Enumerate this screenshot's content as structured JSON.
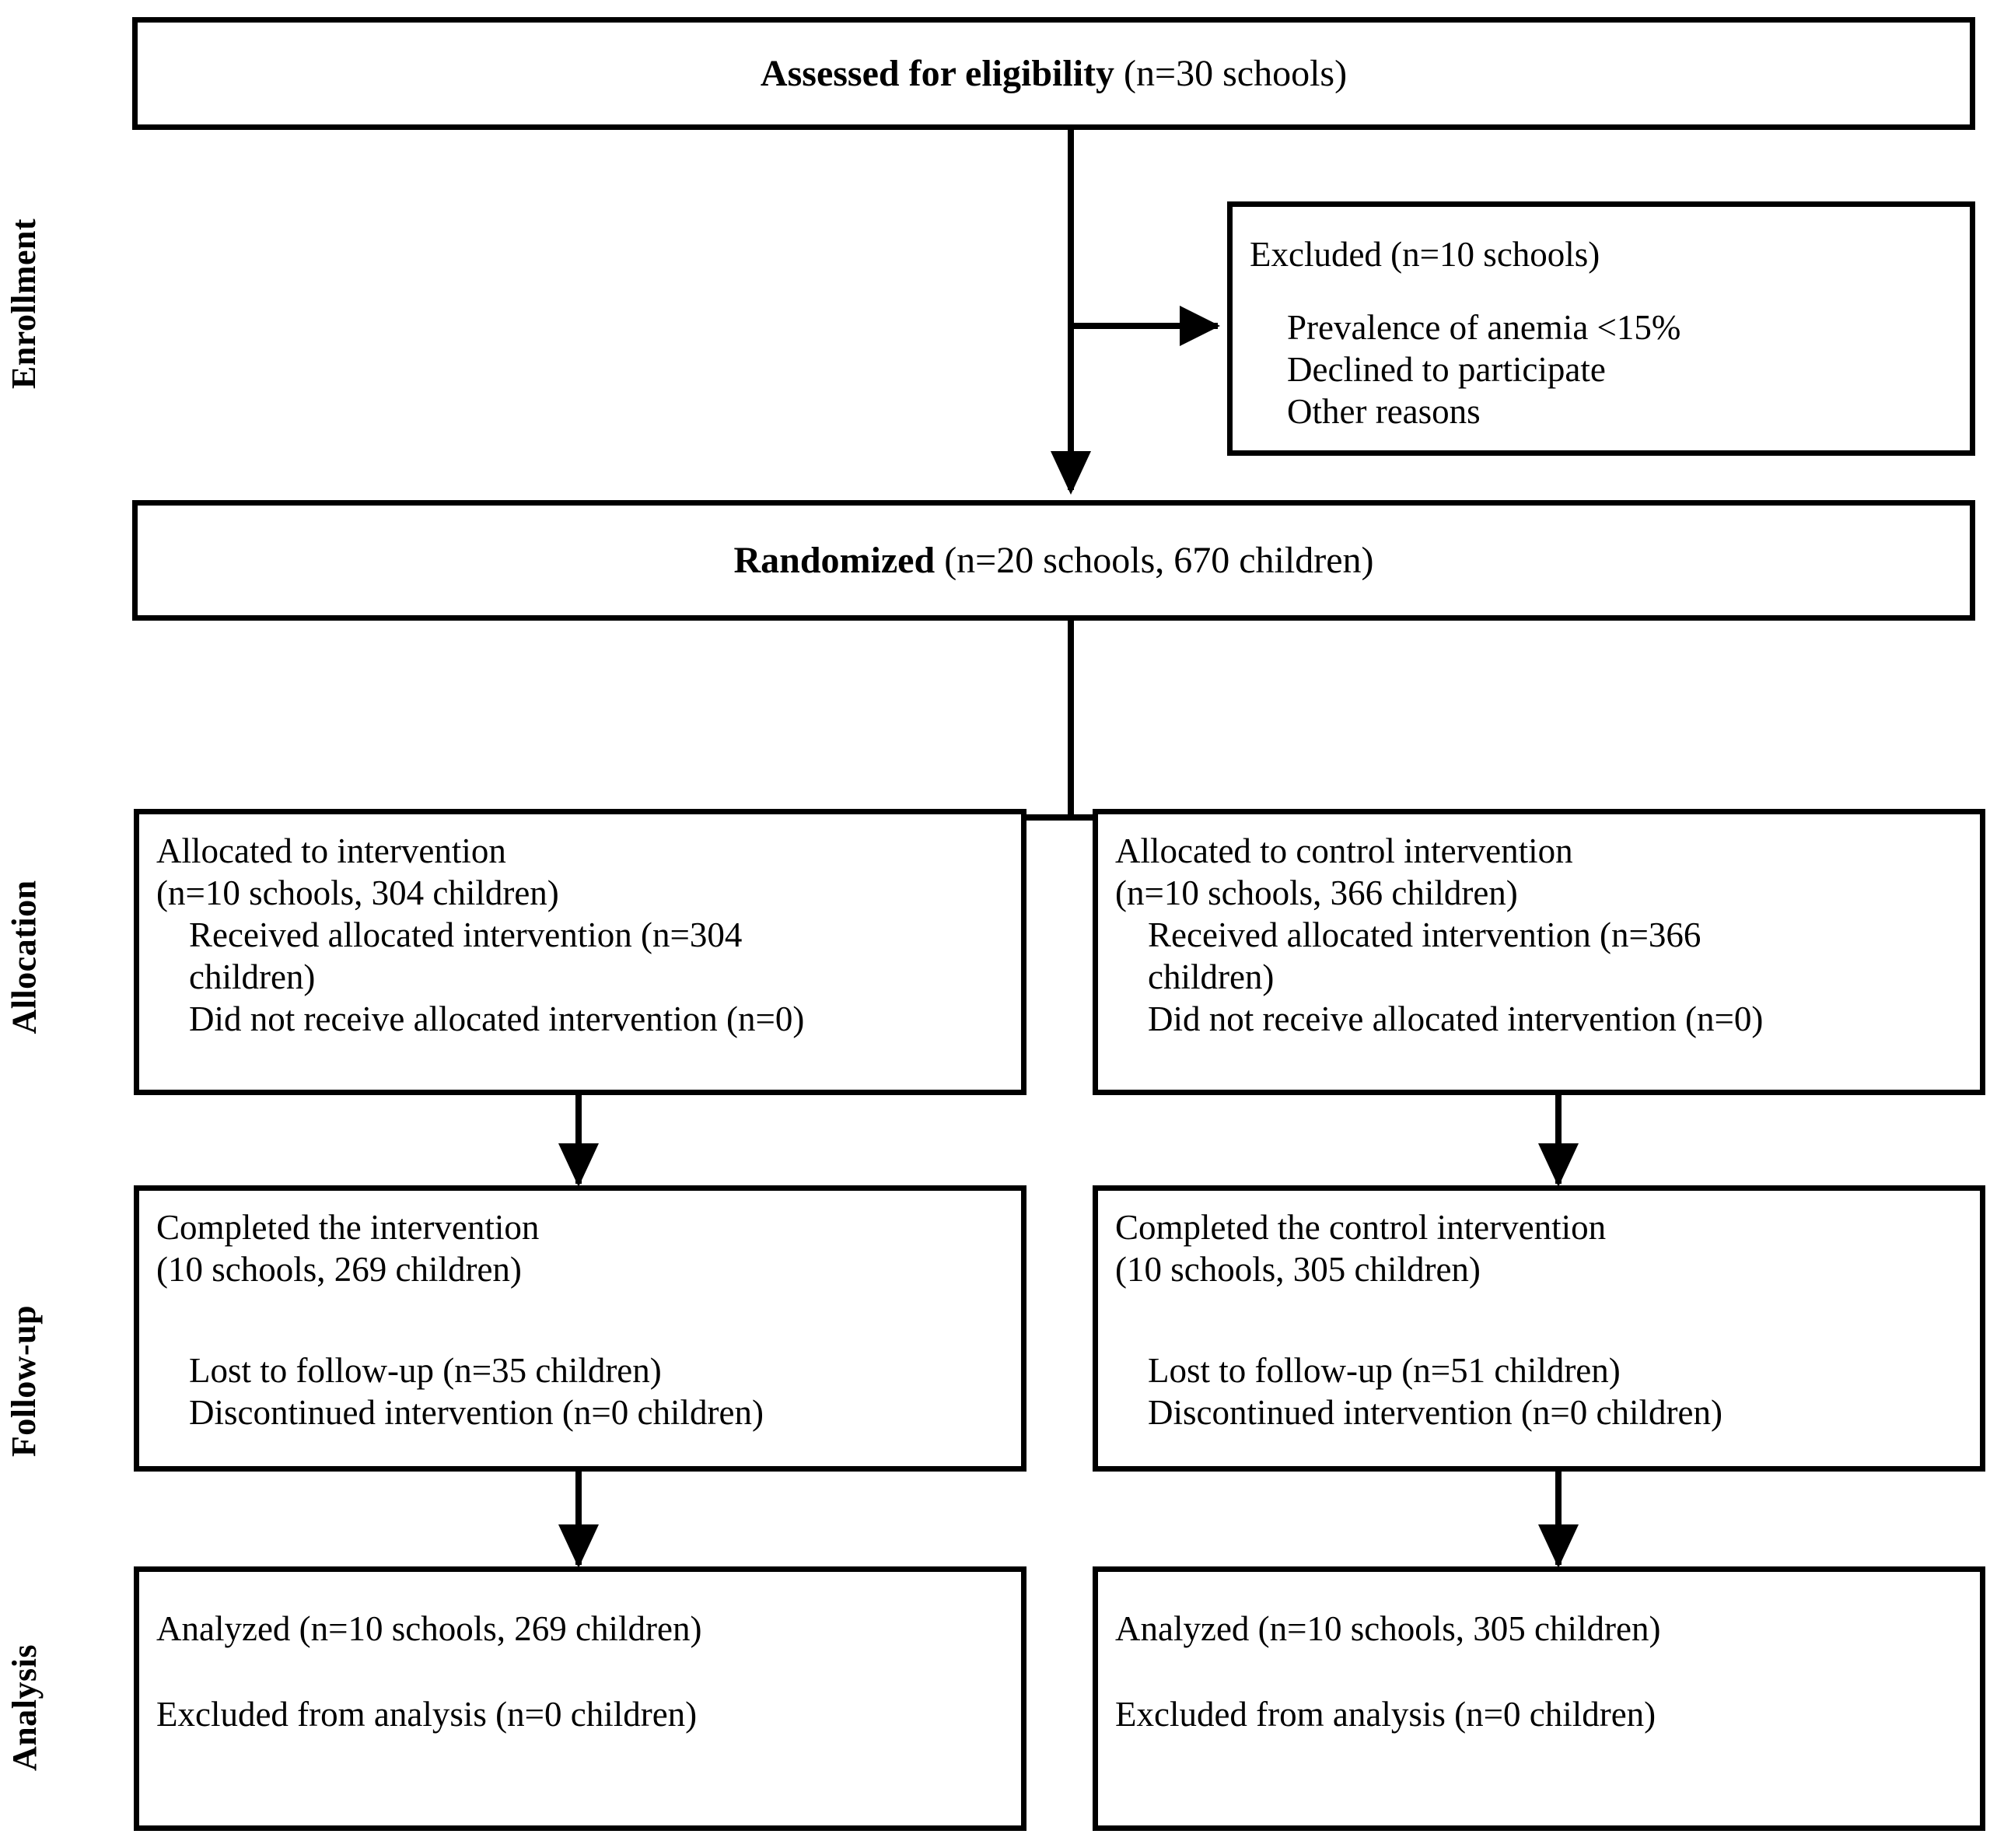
{
  "figure": {
    "type": "consort-flow-diagram",
    "title": "CONSORT participant flow diagram"
  },
  "stages": [
    {
      "id": "enrollment",
      "label": "Enrollment"
    },
    {
      "id": "allocation",
      "label": "Allocation"
    },
    {
      "id": "followup",
      "label": "Follow-up"
    },
    {
      "id": "analysis",
      "label": "Analysis"
    }
  ],
  "boxes": {
    "eligibility": {
      "title_bold": "Assessed for eligibility",
      "title_rest": " (n=30 schools)"
    },
    "excluded": {
      "heading": "Excluded (n=10 schools)",
      "reasons": [
        "Prevalence of anemia <15%",
        "Declined to participate",
        "Other reasons"
      ]
    },
    "randomized": {
      "title_bold": "Randomized",
      "title_rest": " (n=20 schools, 670 children)"
    },
    "alloc_left": {
      "line1": "Allocated to intervention",
      "line2": "(n=10 schools, 304 children)",
      "sub1": "Received allocated intervention (n=304",
      "sub1b": "children)",
      "sub2": "Did not receive allocated intervention (n=0)"
    },
    "alloc_right": {
      "line1": "Allocated to control intervention",
      "line2": "(n=10 schools, 366 children)",
      "sub1": "Received allocated intervention (n=366",
      "sub1b": "children)",
      "sub2": "Did not receive allocated intervention (n=0)"
    },
    "followup_left": {
      "line1": "Completed the intervention",
      "line2": "(10 schools, 269 children)",
      "sub1": "Lost to follow-up (n=35 children)",
      "sub2": "Discontinued intervention (n=0 children)"
    },
    "followup_right": {
      "line1": "Completed the control intervention",
      "line2": "(10 schools, 305 children)",
      "sub1": "Lost to follow-up (n=51 children)",
      "sub2": "Discontinued intervention (n=0 children)"
    },
    "analysis_left": {
      "line1": "Analyzed (n=10 schools, 269 children)",
      "line2": "Excluded from analysis (n=0 children)"
    },
    "analysis_right": {
      "line1": "Analyzed (n=10 schools, 305 children)",
      "line2": "Excluded from analysis (n=0 children)"
    }
  },
  "chart_data": {
    "type": "diagram",
    "title": "CONSORT flow of schools and children through the trial",
    "nodes": [
      {
        "id": "eligibility",
        "stage": "Enrollment",
        "label": "Assessed for eligibility",
        "schools": 30,
        "children": null
      },
      {
        "id": "excluded",
        "stage": "Enrollment",
        "label": "Excluded",
        "schools": 10,
        "children": null,
        "reasons": [
          "Prevalence of anemia <15%",
          "Declined to participate",
          "Other reasons"
        ]
      },
      {
        "id": "randomized",
        "stage": "Enrollment",
        "label": "Randomized",
        "schools": 20,
        "children": 670
      },
      {
        "id": "alloc_left",
        "stage": "Allocation",
        "label": "Allocated to intervention",
        "schools": 10,
        "children": 304,
        "received": 304,
        "not_received": 0
      },
      {
        "id": "alloc_right",
        "stage": "Allocation",
        "label": "Allocated to control intervention",
        "schools": 10,
        "children": 366,
        "received": 366,
        "not_received": 0
      },
      {
        "id": "followup_left",
        "stage": "Follow-up",
        "label": "Completed the intervention",
        "schools": 10,
        "children": 269,
        "lost_to_followup": 35,
        "discontinued": 0
      },
      {
        "id": "followup_right",
        "stage": "Follow-up",
        "label": "Completed the control intervention",
        "schools": 10,
        "children": 305,
        "lost_to_followup": 51,
        "discontinued": 0
      },
      {
        "id": "analysis_left",
        "stage": "Analysis",
        "label": "Analyzed",
        "schools": 10,
        "children": 269,
        "excluded_from_analysis": 0
      },
      {
        "id": "analysis_right",
        "stage": "Analysis",
        "label": "Analyzed",
        "schools": 10,
        "children": 305,
        "excluded_from_analysis": 0
      }
    ],
    "edges": [
      {
        "from": "eligibility",
        "to": "excluded",
        "kind": "branch-right"
      },
      {
        "from": "eligibility",
        "to": "randomized",
        "kind": "down"
      },
      {
        "from": "randomized",
        "to": "alloc_left",
        "kind": "fork-left"
      },
      {
        "from": "randomized",
        "to": "alloc_right",
        "kind": "fork-right"
      },
      {
        "from": "alloc_left",
        "to": "followup_left",
        "kind": "down"
      },
      {
        "from": "alloc_right",
        "to": "followup_right",
        "kind": "down"
      },
      {
        "from": "followup_left",
        "to": "analysis_left",
        "kind": "down"
      },
      {
        "from": "followup_right",
        "to": "analysis_right",
        "kind": "down"
      }
    ],
    "colors": {
      "stroke": "#000000",
      "fill": "#ffffff",
      "text": "#000000"
    }
  }
}
